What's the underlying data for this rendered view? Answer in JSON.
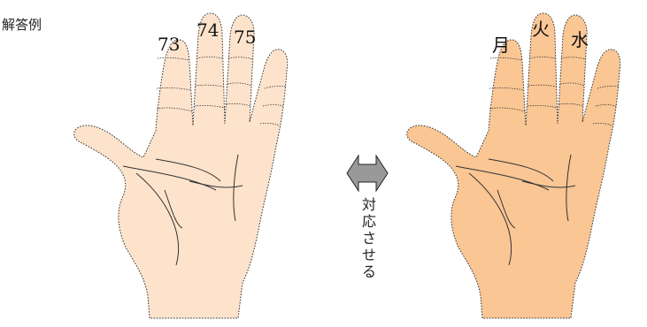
{
  "caption": "解答例",
  "relation_label": [
    "対",
    "応",
    "さ",
    "せ",
    "る"
  ],
  "left_hand": {
    "finger_labels": [
      "73",
      "74",
      "75"
    ]
  },
  "right_hand": {
    "finger_labels": [
      "月",
      "火",
      "水"
    ]
  },
  "colors": {
    "left_skin": "#fde3cc",
    "right_skin": "#f9c694",
    "outline": "#333333",
    "arrow": "#999999"
  }
}
